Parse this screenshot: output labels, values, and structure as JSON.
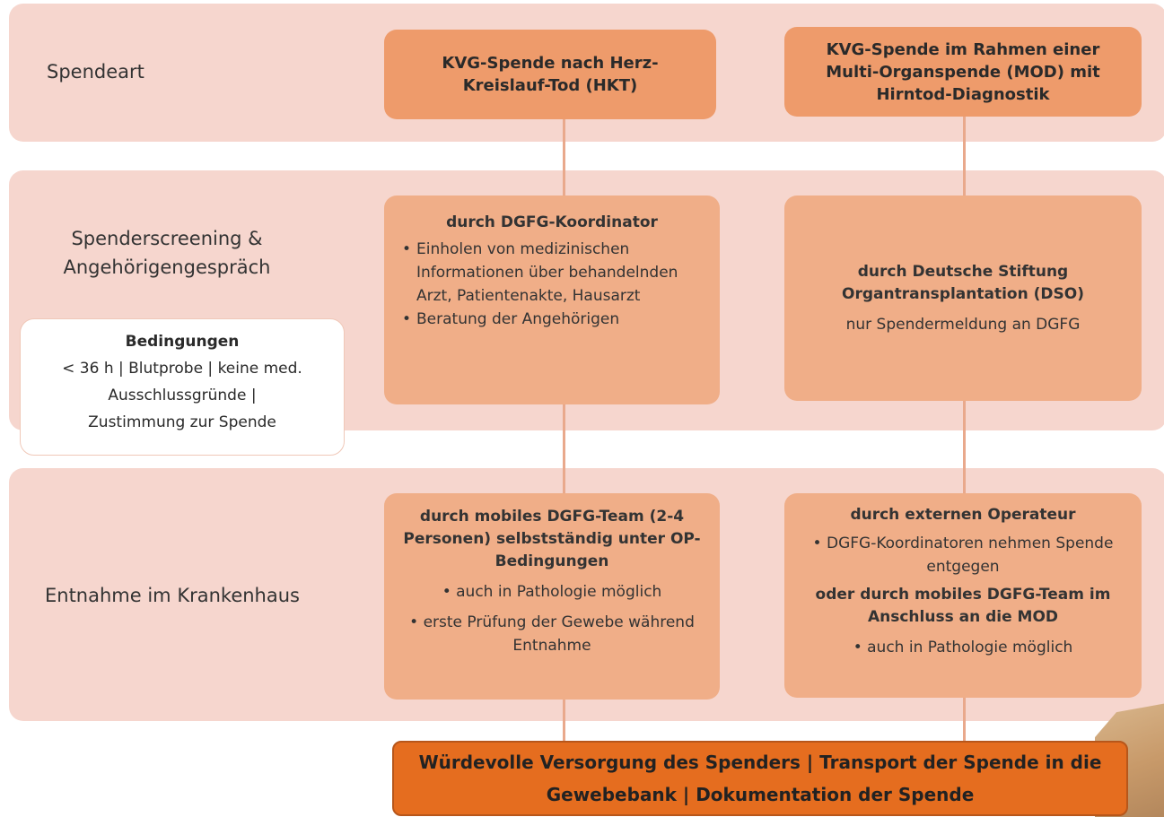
{
  "rows": {
    "row1_label": "Spendeart",
    "row2_label_line1": "Spenderscreening &",
    "row2_label_line2": "Angehörigengespräch",
    "row3_label": "Entnahme im Krankenhaus"
  },
  "spendeart": {
    "left": "KVG-Spende nach Herz-Kreislauf-Tod (HKT)",
    "right": "KVG-Spende im Rahmen einer Multi-Organspende (MOD) mit Hirntod-Diagnostik"
  },
  "screening": {
    "left_heading": "durch DGFG-Koordinator",
    "left_bullets": [
      "Einholen von medizinischen Informationen über behandelnden Arzt, Patientenakte, Hausarzt",
      "Beratung der Angehörigen"
    ],
    "right_heading": "durch Deutsche Stiftung Organtransplantation (DSO)",
    "right_text": "nur Spendermeldung an DGFG"
  },
  "conditions": {
    "title": "Bedingungen",
    "line1": "< 36 h | Blutprobe | keine med.",
    "line2": "Ausschlussgründe |",
    "line3": "Zustimmung zur Spende"
  },
  "entnahme": {
    "left_heading": "durch mobiles DGFG-Team (2-4 Personen) selbstständig unter OP-Bedingungen",
    "left_bullet1": "auch in Pathologie möglich",
    "left_bullet2": "erste Prüfung der Gewebe während Entnahme",
    "right_heading1": "durch externen Operateur",
    "right_bullet1": "DGFG-Koordinatoren nehmen Spende entgegen",
    "right_heading2": "oder durch mobiles DGFG-Team im Anschluss an die MOD",
    "right_bullet2": "auch in Pathologie möglich"
  },
  "bottom": {
    "text": "Würdevolle Versorgung des Spenders | Transport der Spende in die Gewebebank | Dokumentation der Spende"
  },
  "colors": {
    "band": "#f6d6ce",
    "box_dark": "#ee9b6b",
    "box_light": "#f0ae88",
    "bottom_box": "#e56d1f",
    "connector": "#e9a98c"
  }
}
